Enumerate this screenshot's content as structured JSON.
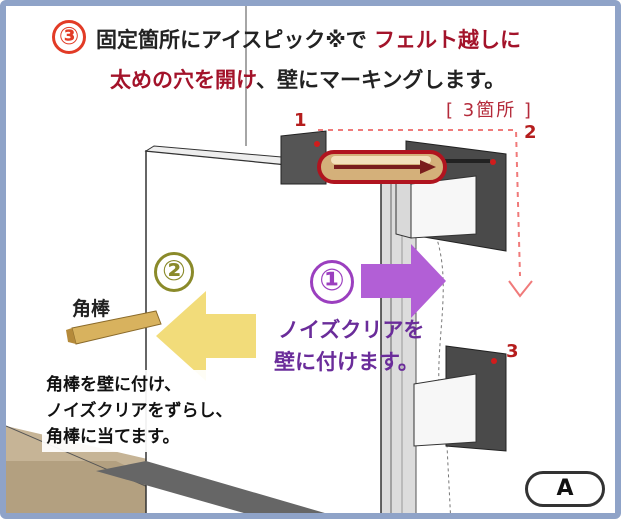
{
  "step3": {
    "number": "③",
    "line1_a": "固定箇所にアイスピック※で ",
    "line1_b": "フェルト越しに",
    "line2_a": "太めの穴を開け",
    "line2_b": "、壁にマーキングします。",
    "count": "[ 3箇所 ]"
  },
  "markers": [
    "1",
    "2",
    "3"
  ],
  "step2": {
    "number": "②",
    "kakubo_label": "角棒",
    "note": "角棒を壁に付け、\nノイズクリアをずらし、\n角棒に当てます。"
  },
  "step1": {
    "number": "①",
    "line1": "ノイズクリアを",
    "line2": "壁に付けます。"
  },
  "badge": "A",
  "colors": {
    "frame": "#8fa3c8",
    "step3": "#e23b26",
    "step2_arrow": "#f2dc7a",
    "step1_arrow": "#b25fd6",
    "marker": "#b51d1d"
  }
}
